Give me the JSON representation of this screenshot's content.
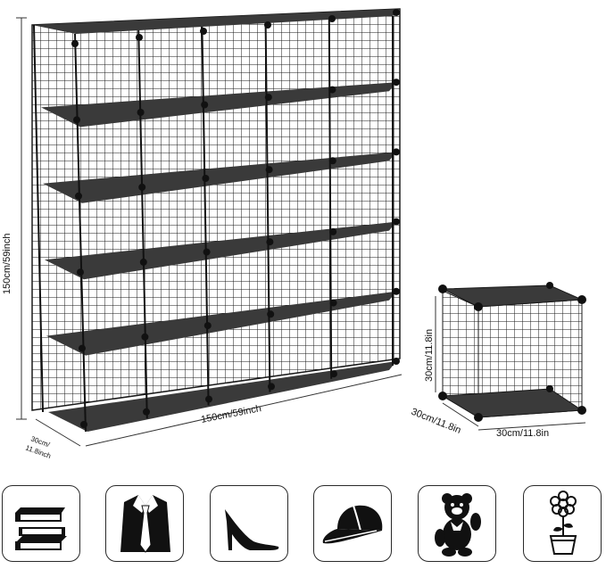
{
  "dimensions": {
    "large_height": "150cm/59inch",
    "large_width": "150cm/59inch",
    "large_depth_line1": "30cm/",
    "large_depth_line2": "11.8inch",
    "cube_height": "30cm/11.8in",
    "cube_depth": "30cm/11.8in",
    "cube_width": "30cm/11.8in"
  },
  "usage_icons": [
    {
      "icon": "books-icon"
    },
    {
      "icon": "shirt-tie-icon"
    },
    {
      "icon": "high-heel-shoe-icon"
    },
    {
      "icon": "cap-icon"
    },
    {
      "icon": "teddy-bear-icon"
    },
    {
      "icon": "flower-pot-icon"
    }
  ],
  "colors": {
    "panel": "#3a3a3a",
    "wire": "#1a1a1a",
    "connector": "#111111"
  }
}
